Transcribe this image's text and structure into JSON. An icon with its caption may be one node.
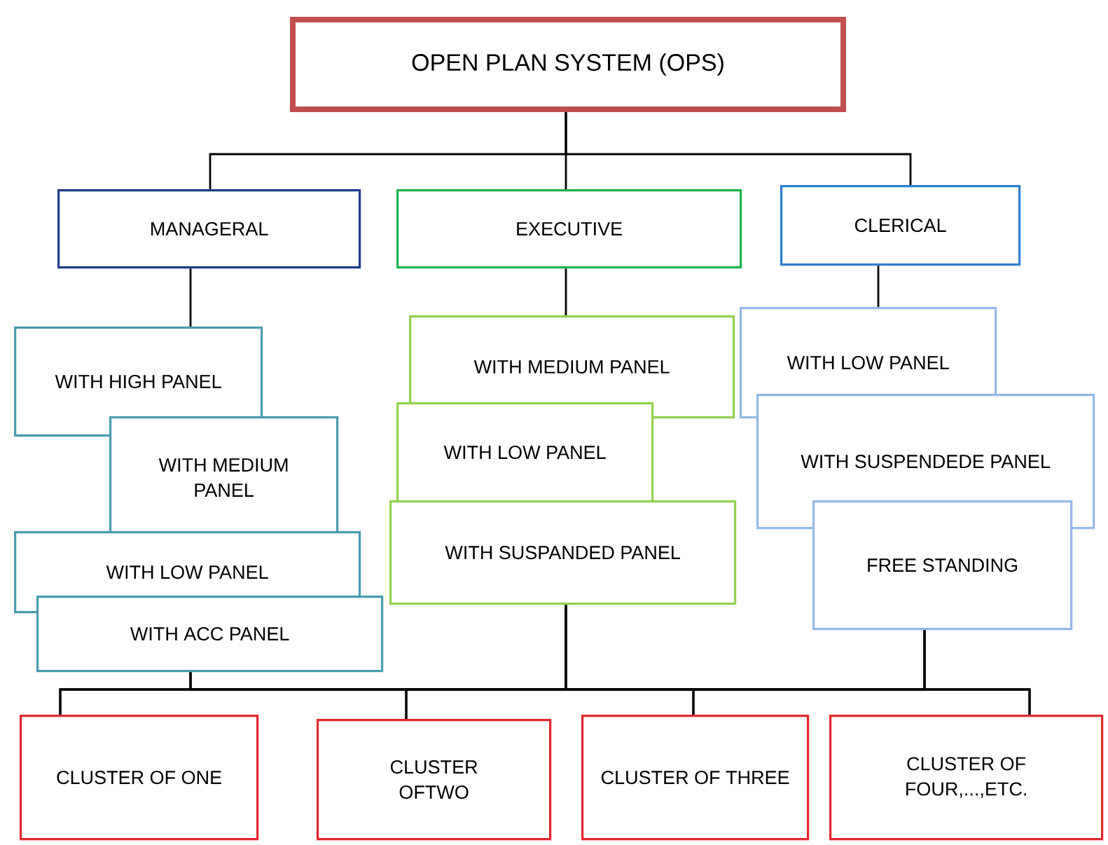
{
  "diagram": {
    "nodes": [
      {
        "text": [
          "OPEN PLAN SYSTEM (OPS)"
        ]
      },
      {
        "text": [
          "MANAGERAL"
        ]
      },
      {
        "text": [
          "EXECUTIVE"
        ]
      },
      {
        "text": [
          "CLERICAL"
        ]
      },
      {
        "text": [
          "WITH HIGH PANEL"
        ]
      },
      {
        "text": [
          "WITH MEDIUM PANEL"
        ]
      },
      {
        "text": [
          "WITH LOW PANEL"
        ]
      },
      {
        "text": [
          "WITH ACC PANEL"
        ]
      },
      {
        "text": [
          "WITH MEDIUM PANEL"
        ]
      },
      {
        "text": [
          "WITH LOW PANEL"
        ]
      },
      {
        "text": [
          "WITH SUSPANDED PANEL"
        ]
      },
      {
        "text": [
          "WITH LOW PANEL"
        ]
      },
      {
        "text": [
          "WITH SUSPENDEDE PANEL"
        ]
      },
      {
        "text": [
          "FREE STANDING"
        ]
      },
      {
        "text": [
          "CLUSTER OF ONE"
        ]
      },
      {
        "text": [
          "CLUSTER OFTWO"
        ]
      },
      {
        "text": [
          "CLUSTER OF THREE"
        ]
      },
      {
        "text": [
          "CLUSTER OF FOUR,...,ETC."
        ]
      }
    ],
    "edges": [
      {
        "from": 0,
        "to": 1,
        "arrow": "none"
      },
      {
        "from": 0,
        "to": 2,
        "arrow": "none"
      },
      {
        "from": 0,
        "to": 3,
        "arrow": "none"
      },
      {
        "from": 1,
        "to": 4,
        "arrow": "none"
      },
      {
        "from": 2,
        "to": 8,
        "arrow": "none"
      },
      {
        "from": 3,
        "to": 11,
        "arrow": "none"
      },
      {
        "from": 7,
        "to": 14,
        "arrow": "none"
      },
      {
        "from": 7,
        "to": 15,
        "arrow": "none"
      },
      {
        "from": 7,
        "to": 16,
        "arrow": "none"
      },
      {
        "from": 7,
        "to": 17,
        "arrow": "none"
      },
      {
        "from": 10,
        "to": 14,
        "arrow": "none"
      },
      {
        "from": 10,
        "to": 15,
        "arrow": "none"
      },
      {
        "from": 10,
        "to": 16,
        "arrow": "none"
      },
      {
        "from": 10,
        "to": 17,
        "arrow": "none"
      },
      {
        "from": 13,
        "to": 14,
        "arrow": "none"
      },
      {
        "from": 13,
        "to": 15,
        "arrow": "none"
      },
      {
        "from": 13,
        "to": 16,
        "arrow": "none"
      },
      {
        "from": 13,
        "to": 17,
        "arrow": "none"
      }
    ]
  }
}
